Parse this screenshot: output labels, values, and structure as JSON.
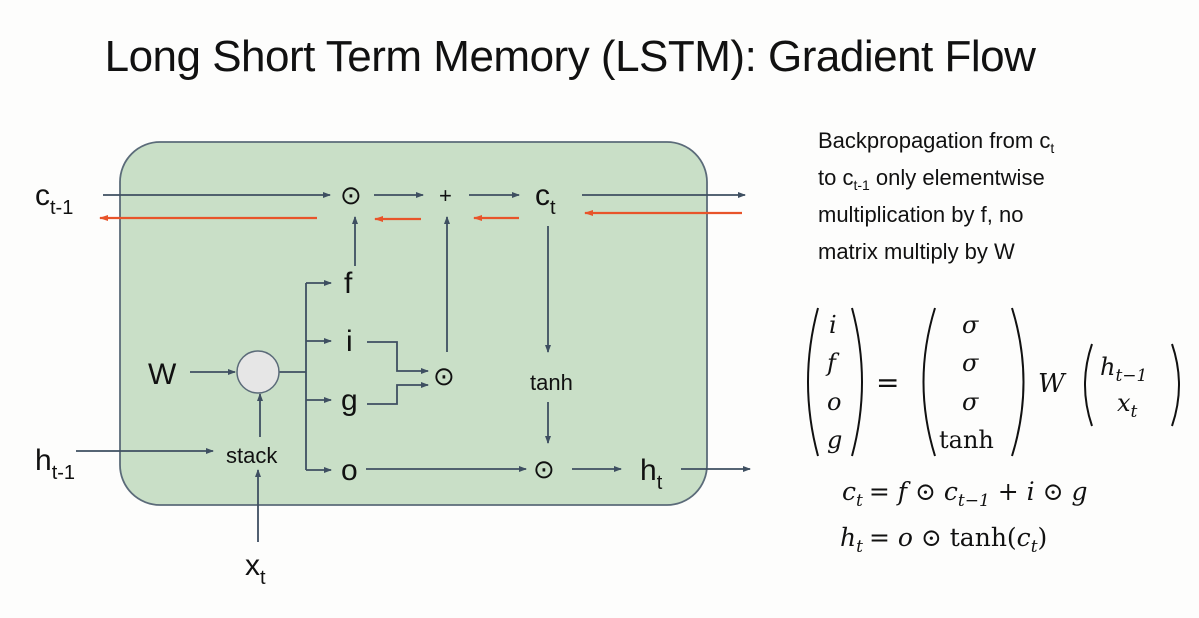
{
  "slide": {
    "title": "Long Short Term Memory (LSTM): Gradient Flow",
    "colors": {
      "cell_fill": "#c9dfc7",
      "cell_border": "#5b6b79",
      "forward_arrow": "#3e4f61",
      "backward_arrow": "#e8542a",
      "stack_node_fill": "#e6e6e6"
    }
  },
  "diagram": {
    "inputs": {
      "c_prev": {
        "base": "c",
        "sub": "t-1"
      },
      "h_prev": {
        "base": "h",
        "sub": "t-1"
      },
      "x": {
        "base": "x",
        "sub": "t"
      },
      "weight": "W"
    },
    "outputs": {
      "c": {
        "base": "c",
        "sub": "t"
      },
      "h": {
        "base": "h",
        "sub": "t"
      }
    },
    "nodes": {
      "stack": "stack",
      "tanh": "tanh",
      "plus": "+",
      "odot": "⊙"
    },
    "gates": [
      "f",
      "i",
      "g",
      "o"
    ]
  },
  "annotation": {
    "line1_pre": "Backpropagation from c",
    "line1_sub": "t",
    "line2_pre": "to c",
    "line2_sub": "t-1",
    "line2_post": " only elementwise",
    "line3": "multiplication by f, no",
    "line4": "matrix multiply by W"
  },
  "equations": {
    "lhs_vector": [
      "i",
      "f",
      "o",
      "g"
    ],
    "equals": "=",
    "activation_vector": [
      "σ",
      "σ",
      "σ",
      "tanh"
    ],
    "weight": "W",
    "input_vector": [
      {
        "base": "h",
        "sub": "t−1"
      },
      {
        "base": "x",
        "sub": "t"
      }
    ],
    "cell_update": {
      "lhs": "c",
      "lhs_sub": "t",
      "rhs_parts": [
        "= ",
        "f",
        " ⊙ ",
        "c",
        "t−1",
        " + ",
        "i",
        " ⊙ ",
        "g"
      ]
    },
    "hidden_update": {
      "lhs": "h",
      "lhs_sub": "t",
      "rhs_parts": [
        "= ",
        "o",
        " ⊙ tanh(",
        "c",
        "t",
        ")"
      ]
    }
  }
}
